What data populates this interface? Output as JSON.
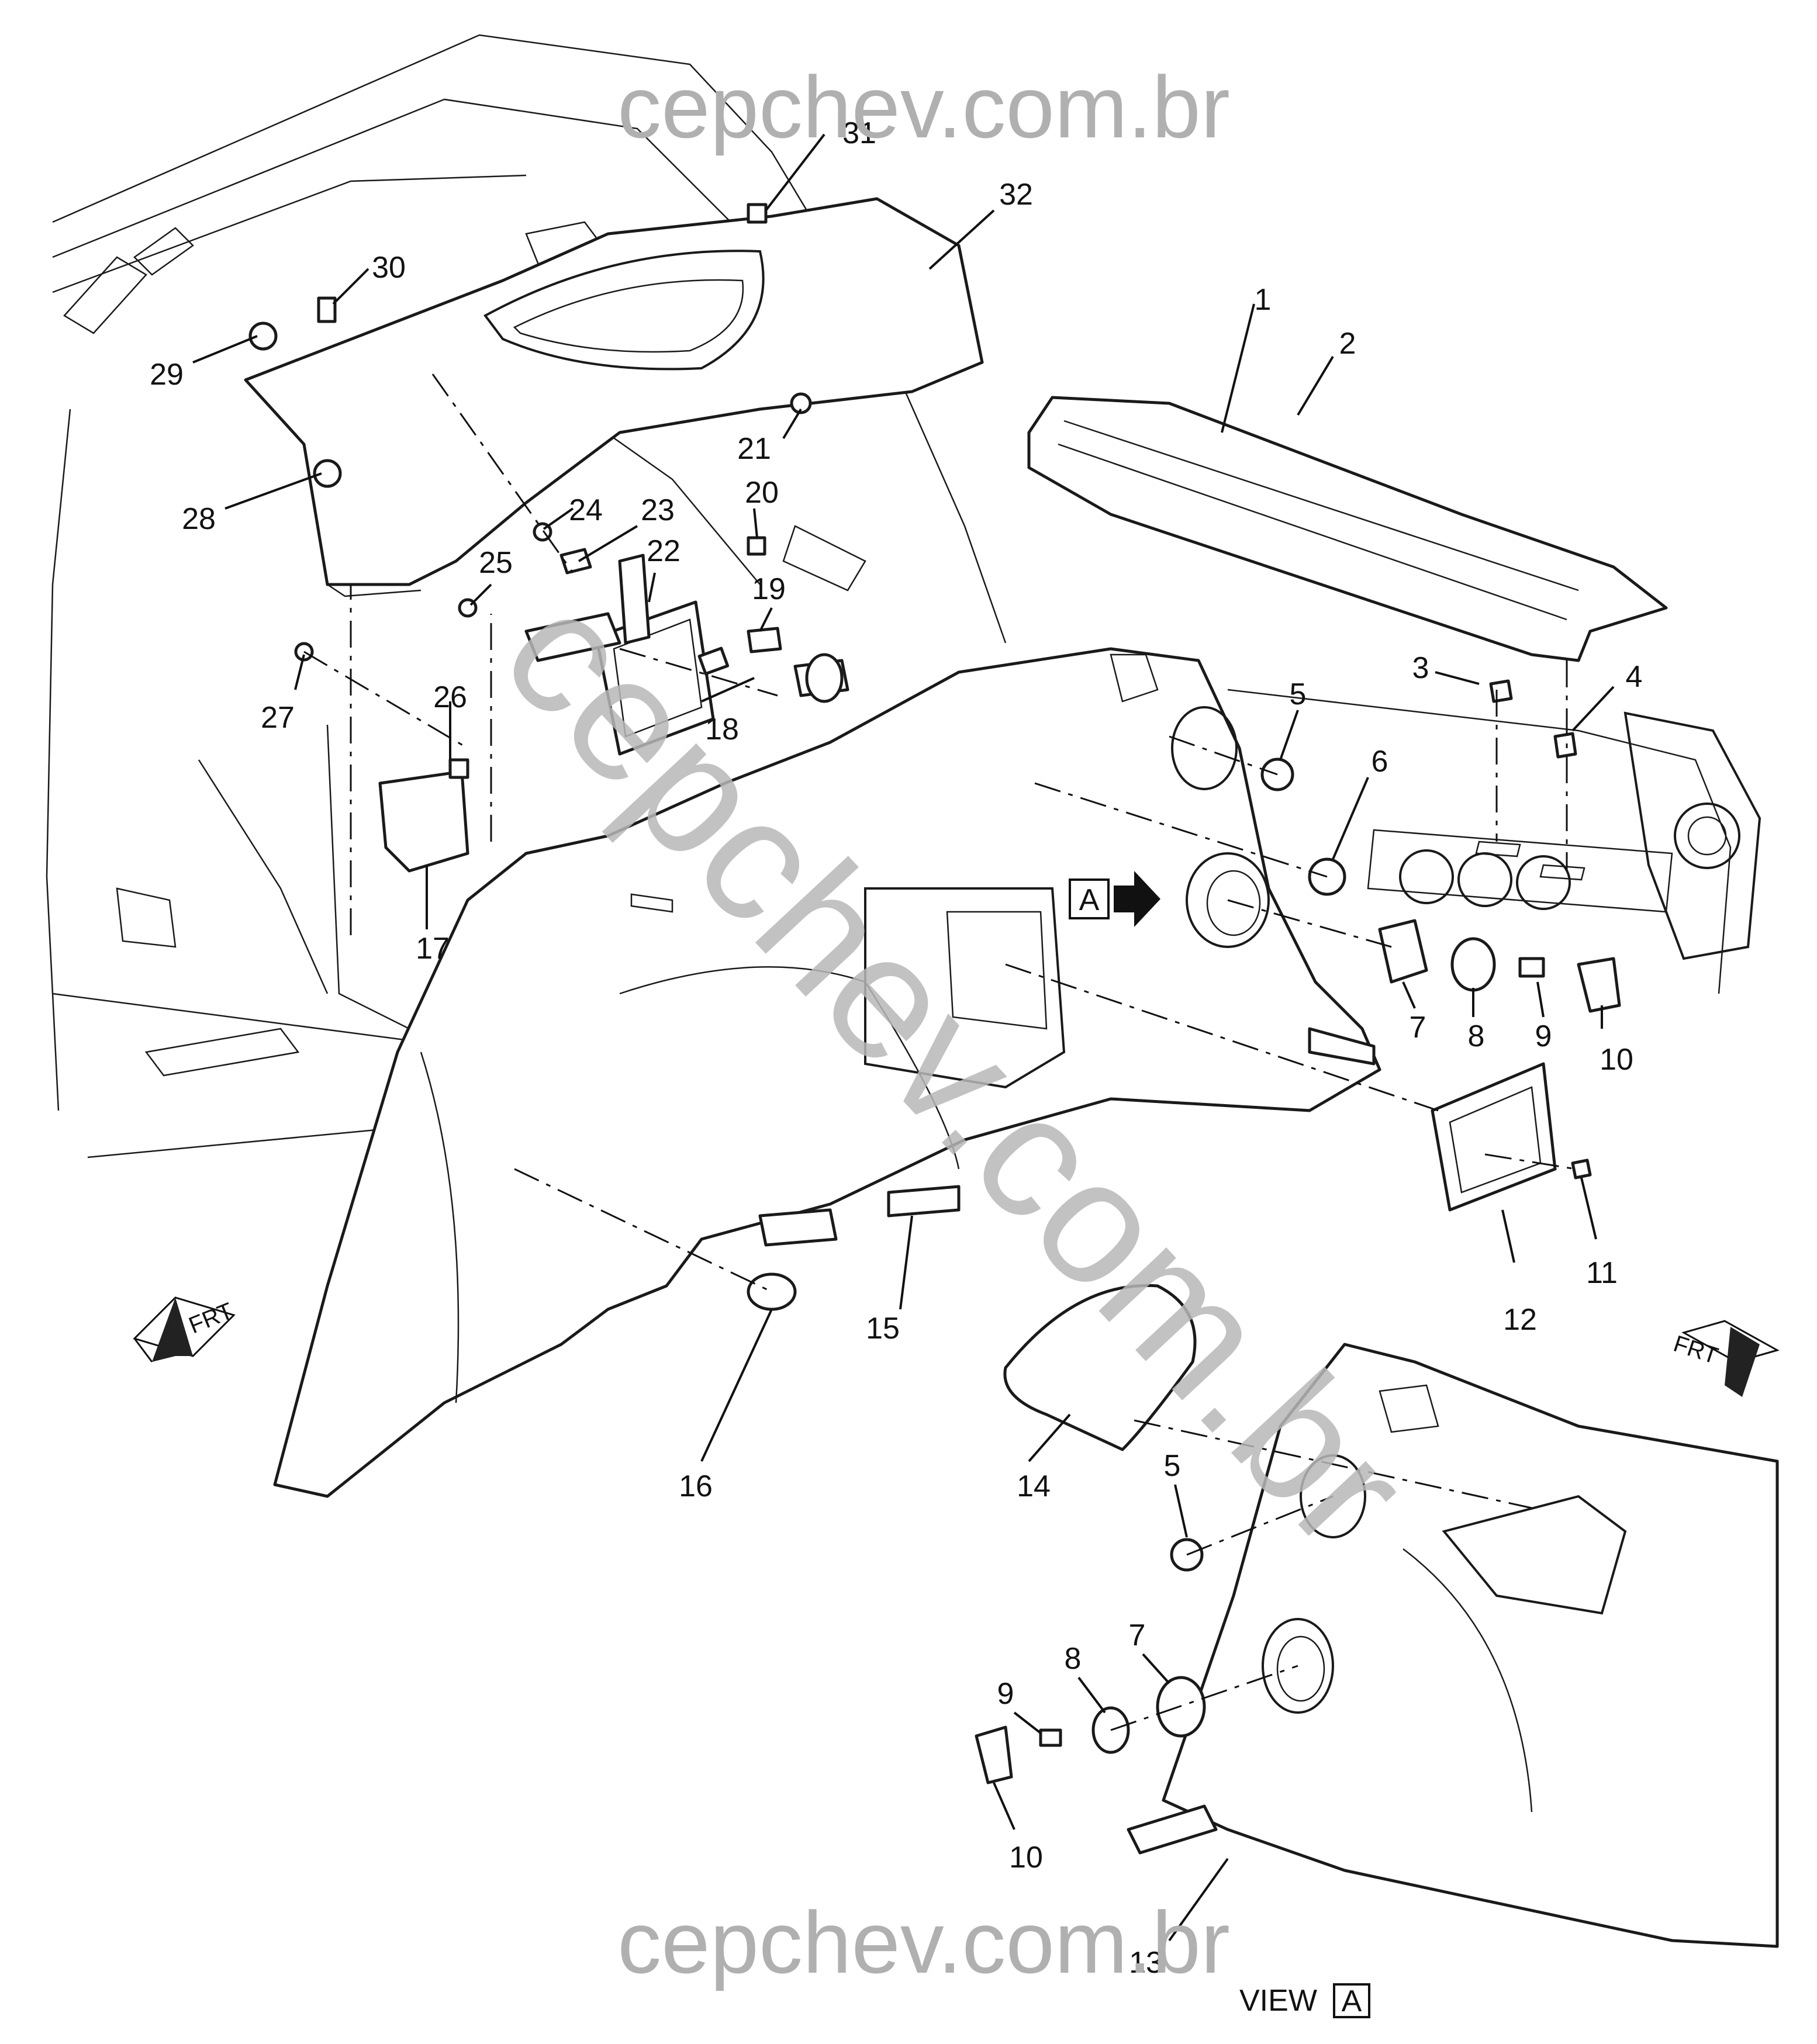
{
  "watermarks": {
    "top": "cepchev.com.br",
    "bottom": "cepchev.com.br",
    "diagonal": "cepchev.com.br"
  },
  "view_marker": {
    "letter": "A"
  },
  "view_caption": {
    "prefix": "VIEW",
    "letter": "A"
  },
  "front_arrows": {
    "left": "FRT",
    "right": "FRT"
  },
  "callouts": [
    "1",
    "2",
    "3",
    "4",
    "5",
    "6",
    "7",
    "8",
    "9",
    "10",
    "11",
    "12",
    "13",
    "14",
    "15",
    "16",
    "17",
    "18",
    "19",
    "20",
    "21",
    "22",
    "23",
    "24",
    "25",
    "26",
    "27",
    "28",
    "29",
    "30",
    "31",
    "32",
    "5",
    "7",
    "8",
    "9",
    "10"
  ],
  "colors": {
    "line": "#1a1a1a",
    "watermark": "#b0b0b0",
    "arrow": "#111111"
  }
}
